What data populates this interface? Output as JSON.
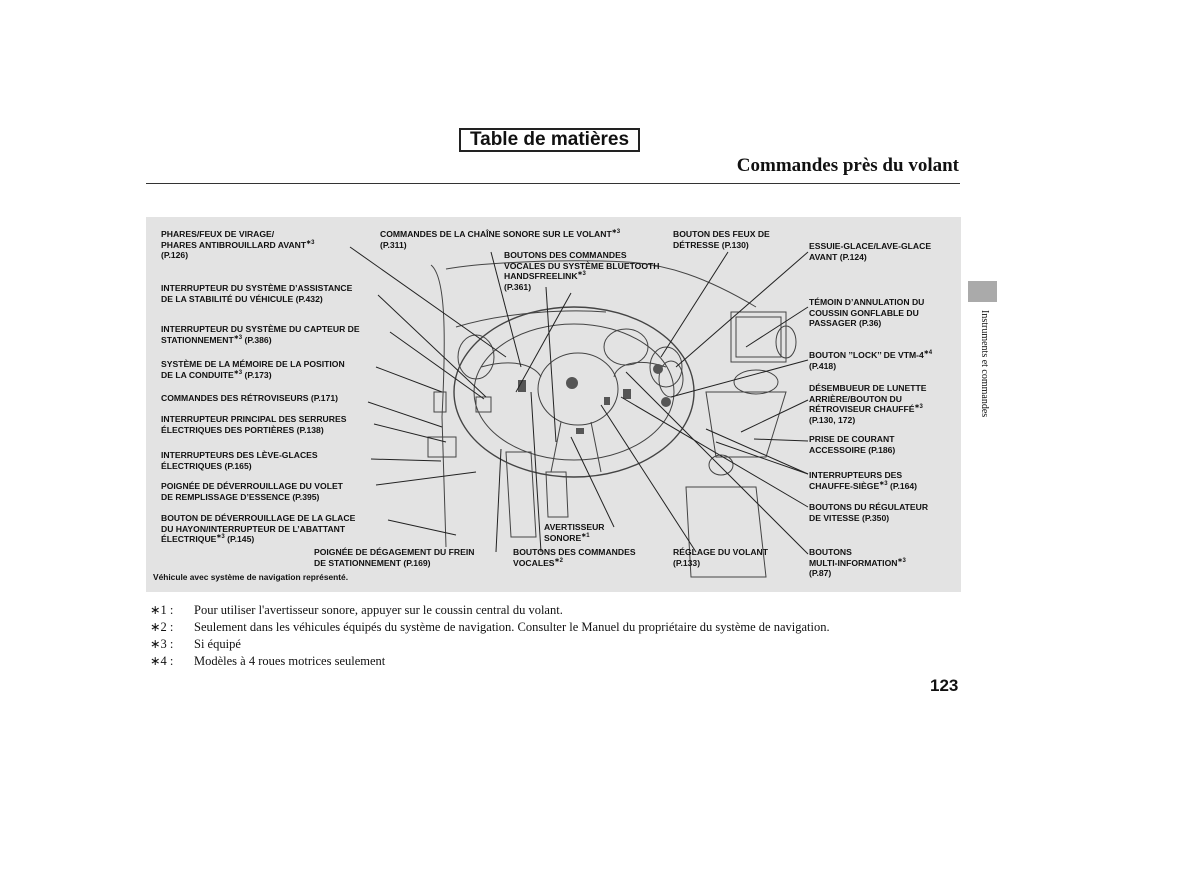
{
  "header": {
    "toc_button": "Table de matières",
    "title": "Commandes près du volant"
  },
  "side": {
    "label": "Instruments et commandes"
  },
  "diagram": {
    "labels": {
      "phares_1": "PHARES/FEUX DE VIRAGE/",
      "phares_2": "PHARES ANTIBROUILLARD AVANT",
      "phares_3": "(P.126)",
      "vsa_1": "INTERRUPTEUR DU SYSTÈME D’ASSISTANCE",
      "vsa_2": "DE LA STABILITÉ DU VÉHICULE",
      "vsa_p": "(P.432)",
      "park_1": "INTERRUPTEUR DU SYSTÈME DU CAPTEUR DE",
      "park_2": "STATIONNEMENT",
      "park_p": "(P.386)",
      "mem_1": "SYSTÈME DE LA MÉMOIRE DE LA POSITION",
      "mem_2": "DE LA CONDUITE",
      "mem_p": "(P.173)",
      "mirr_1": "COMMANDES DES RÉTROVISEURS (P.171)",
      "lock_1": "INTERRUPTEUR PRINCIPAL DES SERRURES",
      "lock_2": "ÉLECTRIQUES DES PORTIÈRES (P.138)",
      "win_1": "INTERRUPTEURS DES LÈVE-GLACES",
      "win_2": "ÉLECTRIQUES",
      "win_p": "(P.165)",
      "fuel_1": "POIGNÉE DE DÉVERROUILLAGE DU VOLET",
      "fuel_2": "DE REMPLISSAGE D’ESSENCE (P.395)",
      "hatch_1": "BOUTON DE DÉVERROUILLAGE DE LA GLACE",
      "hatch_2": "DU HAYON/INTERRUPTEUR DE L’ABATTANT",
      "hatch_3": "ÉLECTRIQUE",
      "hatch_p": "(P.145)",
      "audio_1": "COMMANDES DE LA CHAÎNE SONORE SUR LE VOLANT",
      "audio_p": "(P.311)",
      "bt_1": "BOUTONS DES COMMANDES",
      "bt_2": "VOCALES DU SYSTÈME BLUETOOTH",
      "bt_3": "HANDSFREELINK",
      "bt_p": "(P.361)",
      "haz_1": "BOUTON DES FEUX DE",
      "haz_2": "DÉTRESSE (P.130)",
      "wipe_1": "ESSUIE-GLACE/LAVE-GLACE",
      "wipe_2": "AVANT (P.124)",
      "airbag_1": "TÉMOIN D’ANNULATION DU",
      "airbag_2": "COUSSIN GONFLABLE DU",
      "airbag_3": "PASSAGER (P.36)",
      "vtm_1": "BOUTON ’’LOCK’’ DE VTM-4",
      "vtm_p": "(P.418)",
      "defrost_1": "DÉSEMBUEUR DE LUNETTE",
      "defrost_2": "ARRIÈRE/BOUTON DU",
      "defrost_3": "RÉTROVISEUR CHAUFFÉ",
      "defrost_p": "(P.130, 172)",
      "power_1": "PRISE DE COURANT",
      "power_2": "ACCESSOIRE (P.186)",
      "heat_1": "INTERRUPTEURS DES",
      "heat_2": "CHAUFFE-SIÈGE",
      "heat_p": "(P.164)",
      "cruise_1": "BOUTONS DU RÉGULATEUR",
      "cruise_2": "DE VITESSE (P.350)",
      "mid_1": "BOUTONS",
      "mid_2": "MULTI-INFORMATION",
      "mid_p": "(P.87)",
      "horn_1": "AVERTISSEUR",
      "horn_2": "SONORE",
      "pbrake_1": "POIGNÉE DE DÉGAGEMENT DU FREIN",
      "pbrake_2": "DE STATIONNEMENT (P.169)",
      "voice_1": "BOUTONS DES COMMANDES",
      "voice_2": "VOCALES",
      "tilt_1": "RÉGLAGE DU VOLANT",
      "tilt_2": "(P.133)",
      "m1": "∗1",
      "m2": "∗2",
      "m3": "∗3",
      "m4": "∗4"
    },
    "caption": "Véhicule avec système de navigation représenté."
  },
  "footnotes": [
    {
      "marker": "∗1 :",
      "text": "Pour utiliser l'avertisseur sonore, appuyer sur le coussin central du volant."
    },
    {
      "marker": "∗2 :",
      "text": "Seulement dans les véhicules équipés du système de navigation. Consulter le Manuel du propriétaire du système de navigation."
    },
    {
      "marker": "∗3 :",
      "text": "Si équipé"
    },
    {
      "marker": "∗4 :",
      "text": "Modèles à 4 roues motrices seulement"
    }
  ],
  "page_number": "123"
}
